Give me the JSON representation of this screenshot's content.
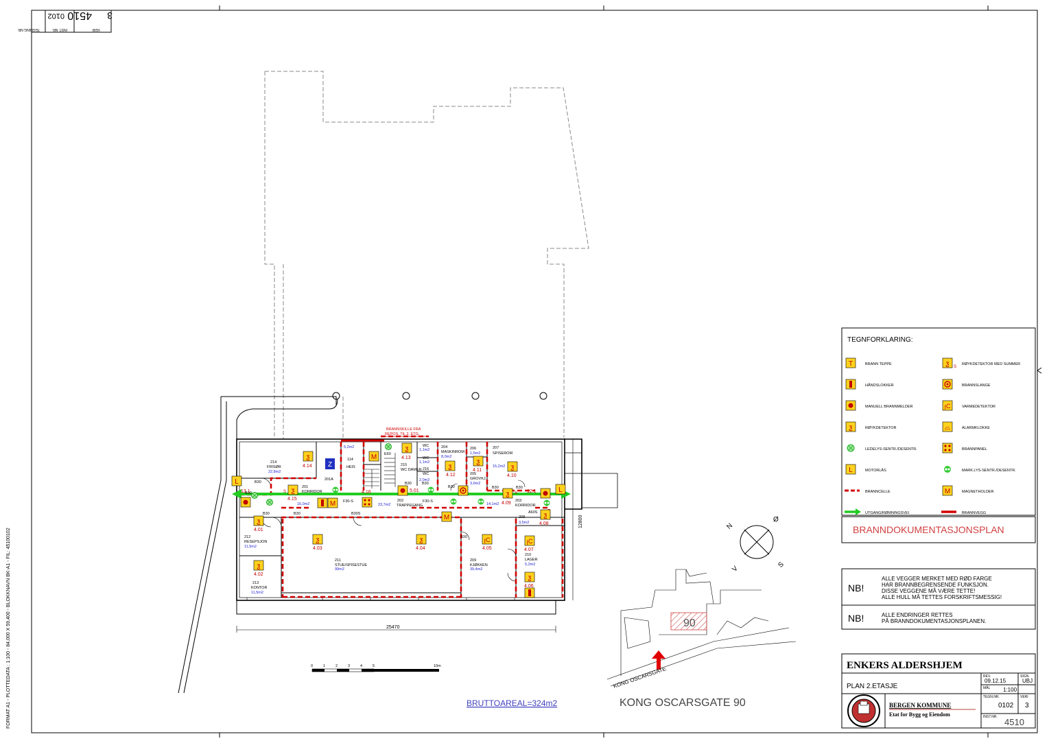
{
  "colors": {
    "line": "#000000",
    "wall_fire": "#d00000",
    "symbol_fill": "#ffd21e",
    "symbol_text": "#c00000",
    "label_red": "#d00000",
    "area_blue": "#1a1ad0",
    "exit_green": "#22cc22",
    "ghost_line": "#888888",
    "hatch": "#d04040"
  },
  "margin": {
    "tag": {
      "tegning_label": "TEGNING NR.",
      "inst_label": "INST. NR.",
      "veri_label": "VERI",
      "tegning_value": "0102",
      "inst_value": "4510",
      "veri_value": "3"
    },
    "side_text": "FORMAT A1 - PLOTTEDATA : 1:100   - 84,000 X 59,400 - BLOKKNAVN BK-A1 - FIL: 45100102"
  },
  "legend": {
    "title": "TEGNFORKLARING:",
    "items": [
      {
        "icon": "fire-blanket-icon",
        "glyph": "T",
        "label": "BRANN TEPPE"
      },
      {
        "icon": "smoke-detector-summer-icon",
        "glyph": "ƺ",
        "label": "RØYKDETEKTOR MED SUMMER"
      },
      {
        "icon": "fire-extinguisher-icon",
        "glyph": "▮",
        "label": "HÅNDSLOKKER"
      },
      {
        "icon": "fire-hose-icon",
        "glyph": "◎",
        "label": "BRANNSLANGE"
      },
      {
        "icon": "manual-call-point-icon",
        "glyph": "●",
        "label": "MANUELL BRANNMELDER"
      },
      {
        "icon": "heat-detector-icon",
        "glyph": "ꞁC",
        "label": "VARMEDETEKTOR"
      },
      {
        "icon": "smoke-detector-icon",
        "glyph": "ƺ",
        "label": "RØYKDETEKTOR"
      },
      {
        "icon": "alarm-bell-icon",
        "glyph": "⌓",
        "label": "ALARMKLOKKE"
      },
      {
        "icon": "exit-light-icon",
        "glyph": "⊗",
        "label": "LEDELYS-SENTR./DESENTR."
      },
      {
        "icon": "fire-panel-icon",
        "glyph": "⁘",
        "label": "BRANNPANEL"
      },
      {
        "icon": "motor-lock-icon",
        "glyph": "L",
        "label": "MOTORLÅS"
      },
      {
        "icon": "marker-light-icon",
        "glyph": "⊗",
        "label": "MARK.LYS-SENTR./DESENTR."
      },
      {
        "icon": "fire-cell-line-icon",
        "glyph": "",
        "label": "BRANNCELLE"
      },
      {
        "icon": "magnet-holder-icon",
        "glyph": "M",
        "label": "MAGNETHOLDER"
      },
      {
        "icon": "exit-route-arrow-icon",
        "glyph": "",
        "label": "UTGANG/RØMNINGSVEI"
      },
      {
        "icon": "fire-wall-line-icon",
        "glyph": "",
        "label": "BRANNVEGG"
      }
    ]
  },
  "plan_title": "BRANNDOKUMENTASJONSPLAN",
  "notes": [
    {
      "tag": "NB!",
      "lines": [
        "ALLE VEGGER MERKET MED RØD FARGE",
        "HAR BRANNBEGRENSENDE FUNKSJON.",
        "DISSE VEGGENE MÅ VÆRE TETTE!",
        "ALLE HULL MÅ TETTES FORSKRIFTSMESSIG!"
      ]
    },
    {
      "tag": "NB!",
      "lines": [
        "ALLE ENDRINGER RETTES",
        "PÅ BRANNDOKUMENTASJONSPLANEN."
      ]
    }
  ],
  "title_block": {
    "project": "ENKERS ALDERSHJEM",
    "rev_label": "REV.",
    "rev_value": "09.12.15",
    "sign_label": "SIGN.",
    "sign_value": "UBJ",
    "drawing": "PLAN 2.ETASJE",
    "mal_label": "MÅL",
    "scale": "1:100",
    "tegn_label": "TEGN.NR.",
    "tegn_value": "0102",
    "veri_label": "VERI",
    "veri_value": "3",
    "inst_label": "INST.NR.",
    "inst_value": "4510",
    "owner": "BERGEN KOMMUNE",
    "dept": "Etat for Bygg og Eiendom"
  },
  "site": {
    "street": "KONG OSCARSGATE",
    "house_no": "90",
    "address": "KONG OSCARSGATE 90",
    "compass": [
      "N",
      "Ø",
      "S",
      "V"
    ]
  },
  "scale_bar": {
    "ticks": [
      "0",
      "1",
      "2",
      "3",
      "4",
      "5",
      "10m"
    ]
  },
  "gross_area": "BRUTTOAREAL=324m2",
  "dims": {
    "width": "25470",
    "depth": "12800"
  },
  "note_branskille": [
    "BRANNSKILLE FRA",
    "REPOS. TIL 2. ETG."
  ],
  "rooms": [
    {
      "no": "214",
      "name": "FRISØR",
      "area": "22,8m2"
    },
    {
      "no": "114",
      "name": "HEIS",
      "area": ""
    },
    {
      "no": "201A",
      "name": "",
      "area": ""
    },
    {
      "no": "201",
      "name": "KORRIDOR",
      "area": "16,0m2"
    },
    {
      "no": "",
      "name": "",
      "area": "5,2m2"
    },
    {
      "no": "215",
      "name": "WC DAMER",
      "area": ""
    },
    {
      "no": "",
      "name": "WC",
      "area": "1,1m2"
    },
    {
      "no": "",
      "name": "WC",
      "area": "1,1m2"
    },
    {
      "no": "216",
      "name": "WC",
      "area": "2,0m2"
    },
    {
      "no": "204",
      "name": "MASKINROM",
      "area": "8,0m2"
    },
    {
      "no": "206",
      "name": "",
      "area": "1,5m2"
    },
    {
      "no": "205",
      "name": "GROVKJ.",
      "area": "3,6m2"
    },
    {
      "no": "207",
      "name": "SPISEROM",
      "area": "15,2m2"
    },
    {
      "no": "202",
      "name": "TRAPPEGANG",
      "area": "23,7m2"
    },
    {
      "no": "203",
      "name": "KORRIDOR",
      "area": "14,1m2"
    },
    {
      "no": "208",
      "name": "",
      "area": "3,5m2"
    },
    {
      "no": "212",
      "name": "RESEPSJON",
      "area": "11,5m2"
    },
    {
      "no": "213",
      "name": "KONTOR",
      "area": "11,5m2"
    },
    {
      "no": "211",
      "name": "STUE/SPISESTUE",
      "area": "99m2"
    },
    {
      "no": "209",
      "name": "KJØKKEN",
      "area": "39,4m2"
    },
    {
      "no": "210",
      "name": "LAGER",
      "area": "5,2m2"
    }
  ],
  "door_labels": [
    "B30",
    "B30",
    "B30",
    "B30",
    "B30",
    "B30",
    "B30",
    "B30",
    "B30",
    "B30",
    "B30S",
    "F30-S",
    "F30-S",
    "A60S",
    "E60"
  ],
  "device_labels": [
    "4.14",
    "4.15",
    "4.16",
    "4.13",
    "5.01",
    "4.12",
    "4.11",
    "4.10",
    "4.09",
    "4.08",
    "4.01",
    "4.02",
    "4.03",
    "4.04",
    "4.05",
    "4.07",
    "4.06",
    "13.1",
    "12.1"
  ]
}
